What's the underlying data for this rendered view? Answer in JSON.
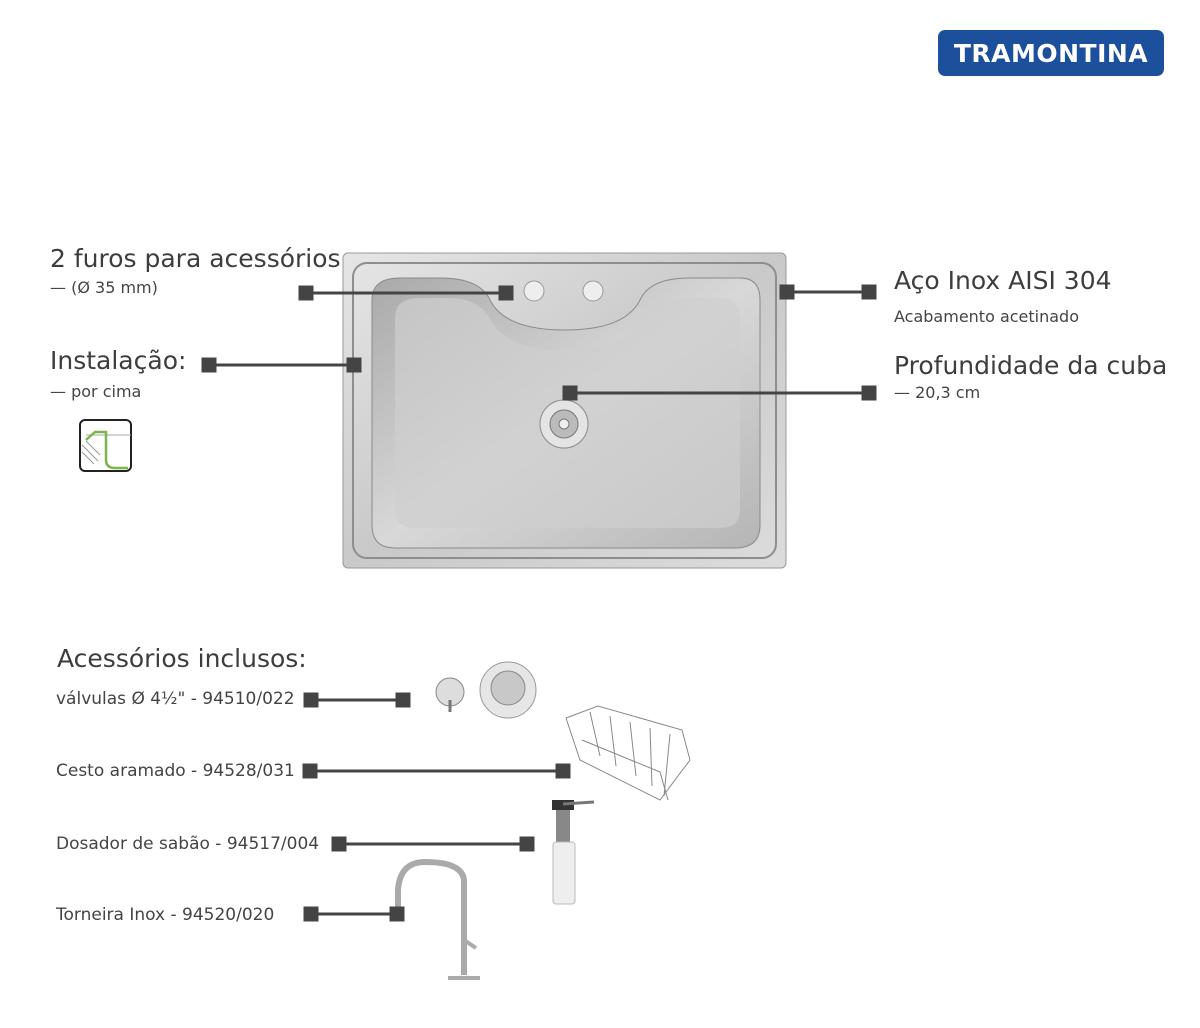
{
  "brand": "TRAMONTINA",
  "features": {
    "holes": {
      "title": "2 furos para acessórios",
      "detail": "— (Ø 35 mm)"
    },
    "install": {
      "title": "Instalação:",
      "detail": "—  por cima"
    },
    "steel": {
      "title": "Aço Inox AISI 304",
      "detail": "Acabamento acetinado"
    },
    "depth": {
      "title": "Profundidade da cuba",
      "detail": "—  20,3 cm"
    }
  },
  "accessories": {
    "title": "Acessórios inclusos:",
    "items": [
      {
        "label": "válvulas Ø 4½\" - 94510/022"
      },
      {
        "label": "Cesto aramado - 94528/031"
      },
      {
        "label": "Dosador de sabão - 94517/004"
      },
      {
        "label": "Torneira Inox - 94520/020"
      }
    ]
  },
  "colors": {
    "brand": "#1c4f9c",
    "connector": "#444444",
    "install_icon_accent": "#7ab648"
  }
}
